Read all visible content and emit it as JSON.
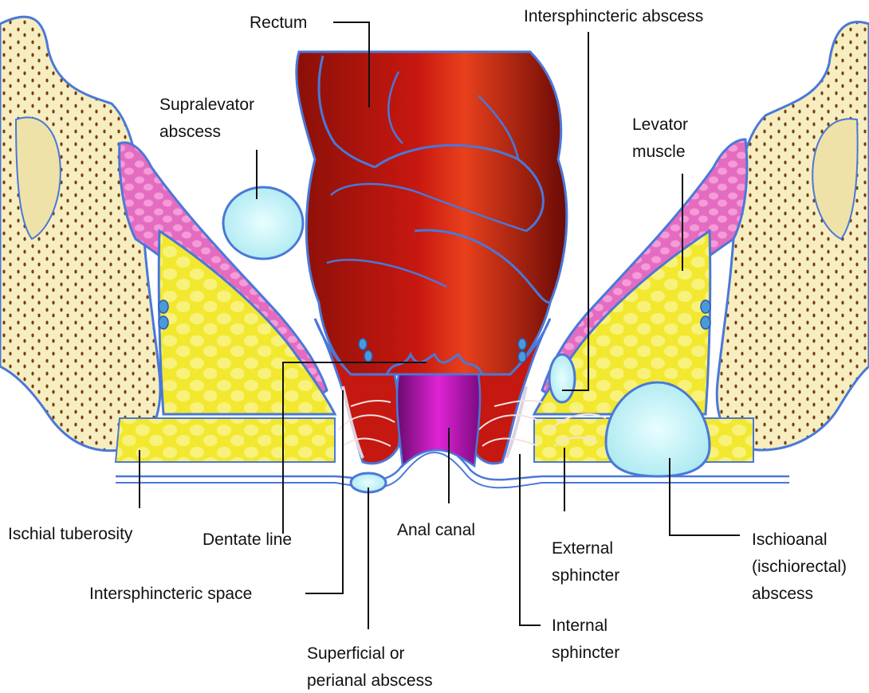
{
  "colors": {
    "bone": "#f6eec0",
    "bone_spots": "#7a3c10",
    "fat": "#f4ec36",
    "fat_cells": "#fbf6a6",
    "muscle": "#e86fc0",
    "muscle_cells": "#f6a6dc",
    "rectum_dark": "#7a0e08",
    "rectum_mid": "#d21a10",
    "rectum_light": "#ea4a2a",
    "anal_canal": "#e020d0",
    "abscess": "#bff2f6",
    "lining": "#4a78d8",
    "fascia": "#dcd2e2"
  },
  "labels": {
    "rectum": "Rectum",
    "intersphincteric_abscess": "Intersphincteric abscess",
    "supralevator_line1": "Supralevator",
    "supralevator_line2": "abscess",
    "levator_line1": "Levator",
    "levator_line2": "muscle",
    "ischial_tuberosity": "Ischial tuberosity",
    "dentate_line": "Dentate line",
    "anal_canal": "Anal canal",
    "external_line1": "External",
    "external_line2": "sphincter",
    "ischioanal_line1": "Ischioanal",
    "ischioanal_line2": "(ischiorectal)",
    "ischioanal_line3": "abscess",
    "intersphincteric_space": "Intersphincteric space",
    "internal_line1": "Internal",
    "internal_line2": "sphincter",
    "superficial_line1": "Superficial or",
    "superficial_line2": "perianal abscess"
  }
}
